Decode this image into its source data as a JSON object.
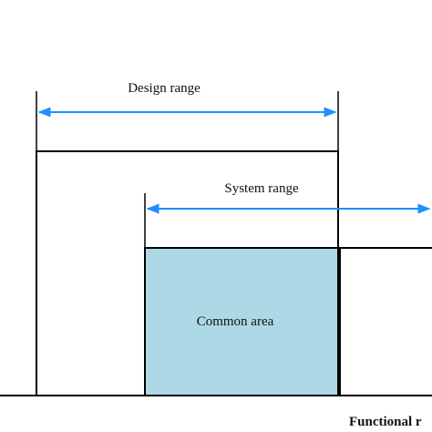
{
  "labels": {
    "design_range": "Design range",
    "system_range": "System range",
    "common_area": "Common area",
    "axis_label": "Functional r"
  },
  "colors": {
    "line": "#000000",
    "arrow": "#1e90ff",
    "common_fill": "#add8e6"
  }
}
